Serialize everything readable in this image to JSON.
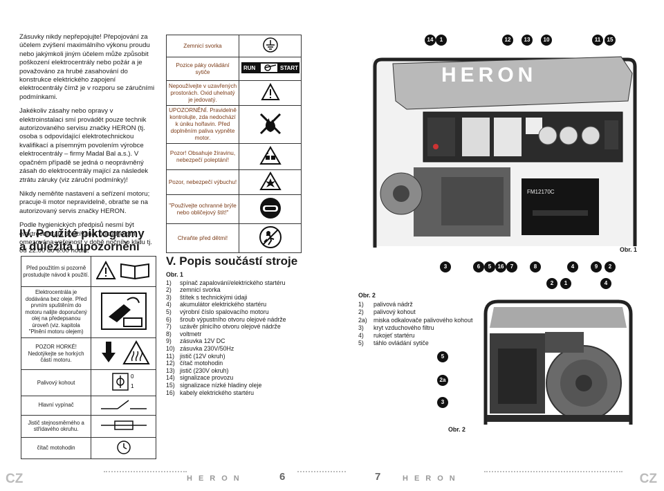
{
  "left": {
    "paragraphs": [
      "Zásuvky nikdy nepřepojujte! Přepojování za účelem zvýšení maximálního výkonu proudu nebo jakýmkoli jiným účelem může způsobit poškození elektrocentrály nebo požár a je považováno za hrubé zasahování do konstrukce elektrického zapojení elektrocentrály čímž je v rozporu se záručními podmínkami.",
      "Jakékoliv zásahy nebo opravy v elektroinstalaci smí provádět pouze technik autorizovaného servisu značky HERON (tj. osoba s odpovídající elektrotechnickou kvalifikací a písemným povolením výrobce elektrocentrály – firmy Madal Bal a.s.). V opačném případě se jedná o neoprávněný zásah do elektrocentrály mající za následek ztrátu záruky (viz záruční podmínky)!",
      "Nikdy neměňte nastavení a seřízení motoru; pracuje-li motor nepravidelně, obraťte se na autorizovaný servis značky HERON.",
      "Podle hygienických předpisů nesmí být elektrocentrála používána, pokud je tím omezována veřejnost v době nočního klidu tj. od 22.00 do 6.00 hodin."
    ],
    "section_title_1": "IV. Použité piktogramy",
    "section_title_2": "a důležitá upozornění",
    "pictograms": [
      {
        "text": "Před použitím si pozorně prostudujte návod k použití.",
        "icon": "warning-and-book-icon"
      },
      {
        "text": "Elektrocentrála je dodávána bez oleje. Před prvním spuštěním do motoru nalijte doporučený olej na předepsanou úroveň (viz. kapitola \"Plnění motoru olejem)",
        "icon": "oil-can-icon"
      },
      {
        "text": "POZOR HORKÉ! Nedotýkejte se horkých částí motoru.",
        "icon": "hot-surface-icon"
      },
      {
        "text": "Palivový kohout",
        "icon": "fuel-valve-icon"
      },
      {
        "text": "Hlavní vypínač",
        "icon": "main-switch-icon"
      },
      {
        "text": "Jistič stejnosměrného a střídavého okruhu.",
        "icon": "circuit-breaker-icon"
      },
      {
        "text": "čítač motohodin",
        "icon": "hour-meter-icon"
      }
    ]
  },
  "warnings": [
    {
      "text": "Zemnicí svorka",
      "icon": "ground-terminal-icon"
    },
    {
      "text": "Pozice páky ovládání sytiče",
      "icon": "choke-lever-icon",
      "run": "RUN",
      "start": "START"
    },
    {
      "text": "Nepoužívejte v uzavřených prostorách. Oxid uhelnatý je jedovatý.",
      "icon": "warning-triangle-icon"
    },
    {
      "text": "UPOZORNĚNÍ. Pravidelně kontrolujte, zda nedochází k úniku hořlavin. Před doplněním paliva vypněte motor.",
      "icon": "no-fire-icon"
    },
    {
      "text": "Pozor! Obsahuje žíravinu, nebezpečí poleptání!",
      "icon": "corrosive-icon"
    },
    {
      "text": "Pozor, nebezpečí výbuchu!",
      "icon": "explosion-icon"
    },
    {
      "text": "\"Používejte ochranné brýle nebo obličejový štít!\"",
      "icon": "goggles-icon"
    },
    {
      "text": "Chraňte před dětmi!",
      "icon": "keep-from-children-icon"
    }
  ],
  "section_v": "V. Popis součástí stroje",
  "obr1_caption": "Obr. 1",
  "obr1_items": [
    {
      "n": "1)",
      "t": "spínač zapalování/elektrického startéru"
    },
    {
      "n": "2)",
      "t": "zemnicí svorka"
    },
    {
      "n": "3)",
      "t": "štítek s technickými údaji"
    },
    {
      "n": "4)",
      "t": "akumulátor elektrického startéru"
    },
    {
      "n": "5)",
      "t": "výrobní číslo spalovacího motoru"
    },
    {
      "n": "6)",
      "t": "šroub výpustního otvoru olejové nádrže"
    },
    {
      "n": "7)",
      "t": "uzávěr plnicího otvoru olejové nádrže"
    },
    {
      "n": "8)",
      "t": "voltmetr"
    },
    {
      "n": "9)",
      "t": "zásuvka 12V DC"
    },
    {
      "n": "10)",
      "t": "zásuvka 230V/50Hz"
    },
    {
      "n": "11)",
      "t": "jistič (12V okruh)"
    },
    {
      "n": "12)",
      "t": "čítač motohodin"
    },
    {
      "n": "13)",
      "t": "jistič (230V okruh)"
    },
    {
      "n": "14)",
      "t": "signalizace provozu"
    },
    {
      "n": "15)",
      "t": "signalizace nízké hladiny oleje"
    },
    {
      "n": "16)",
      "t": "kabely elektrického startéru"
    }
  ],
  "obr2_caption": "Obr. 2",
  "obr2_items": [
    {
      "n": "1)",
      "t": "palivová nádrž"
    },
    {
      "n": "2)",
      "t": "palivový kohout"
    },
    {
      "n": "2a)",
      "t": "miska odkalovače palivového kohoutu"
    },
    {
      "n": "3)",
      "t": "kryt vzduchového filtru"
    },
    {
      "n": "4)",
      "t": "rukojeť startéru"
    },
    {
      "n": "5)",
      "t": "táhlo ovládání sytiče"
    }
  ],
  "photo1": {
    "brand": "HERON",
    "battery_label": "FM12170C",
    "badges_top": [
      "14",
      "1",
      "12",
      "13",
      "10",
      "11",
      "15"
    ],
    "badges_bottom": [
      "3",
      "6",
      "5",
      "16",
      "7",
      "8",
      "4",
      "9",
      "2"
    ],
    "caption": "Obr. 1"
  },
  "photo2": {
    "badges_top": [
      "2",
      "1",
      "4"
    ],
    "badges_left": [
      "5",
      "2a",
      "3"
    ],
    "caption": "Obr. 2"
  },
  "footer": {
    "left_lang": "CZ",
    "right_lang": "CZ",
    "brand": "HERON",
    "page_left": "6",
    "page_right": "7"
  }
}
